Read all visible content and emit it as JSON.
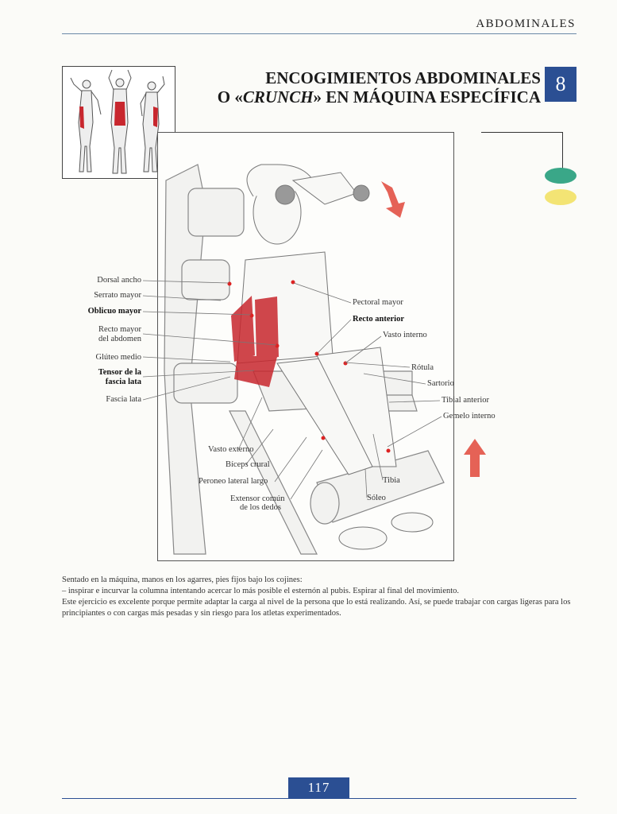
{
  "header": {
    "section": "ABDOMINALES"
  },
  "title": {
    "line1": "ENCOGIMIENTOS ABDOMINALES",
    "line2_prefix": "O «",
    "line2_italic": "CRUNCH",
    "line2_suffix": "» EN MÁQUINA ESPECÍFICA",
    "number": "8"
  },
  "colors": {
    "accent_blue": "#2b4f93",
    "dot_green": "#3aa788",
    "dot_yellow": "#f3e474",
    "muscle_red": "#c8272e",
    "arrow_red": "#e0463a"
  },
  "labels_left": [
    {
      "text": "Dorsal ancho",
      "bold": false
    },
    {
      "text": "Serrato mayor",
      "bold": false
    },
    {
      "text": "Oblicuo mayor",
      "bold": true
    },
    {
      "text": "Recto mayor",
      "bold": false
    },
    {
      "text": "del abdomen",
      "bold": false
    },
    {
      "text": "Glúteo medio",
      "bold": false
    },
    {
      "text": "Tensor de la",
      "bold": true
    },
    {
      "text": "fascia lata",
      "bold": true
    },
    {
      "text": "Fascia lata",
      "bold": false
    }
  ],
  "labels_right": [
    {
      "text": "Pectoral mayor",
      "bold": false
    },
    {
      "text": "Recto anterior",
      "bold": true
    },
    {
      "text": "Vasto interno",
      "bold": false
    },
    {
      "text": "Rótula",
      "bold": false
    },
    {
      "text": "Sartorio",
      "bold": false
    },
    {
      "text": "Tibial anterior",
      "bold": false
    },
    {
      "text": "Gemelo interno",
      "bold": false
    }
  ],
  "labels_bottom": [
    {
      "text": "Vasto externo"
    },
    {
      "text": "Bíceps crural"
    },
    {
      "text": "Peroneo lateral largo"
    },
    {
      "text": "Extensor común"
    },
    {
      "text": "de los dedos"
    },
    {
      "text": "Tibia"
    },
    {
      "text": "Sóleo"
    }
  ],
  "description": {
    "p1": "Sentado en la máquina, manos en los agarres, pies fijos bajo los cojines:",
    "p2": "–  inspirar e incurvar la columna intentando acercar lo más posible el esternón al pubis. Espirar al final del movimiento.",
    "p3": "Este ejercicio es excelente porque permite adaptar la carga al nivel de la persona que lo está realizando. Así, se puede trabajar con cargas ligeras para los principiantes o con cargas más pesadas y sin riesgo para los atletas experimentados."
  },
  "page_number": "117"
}
